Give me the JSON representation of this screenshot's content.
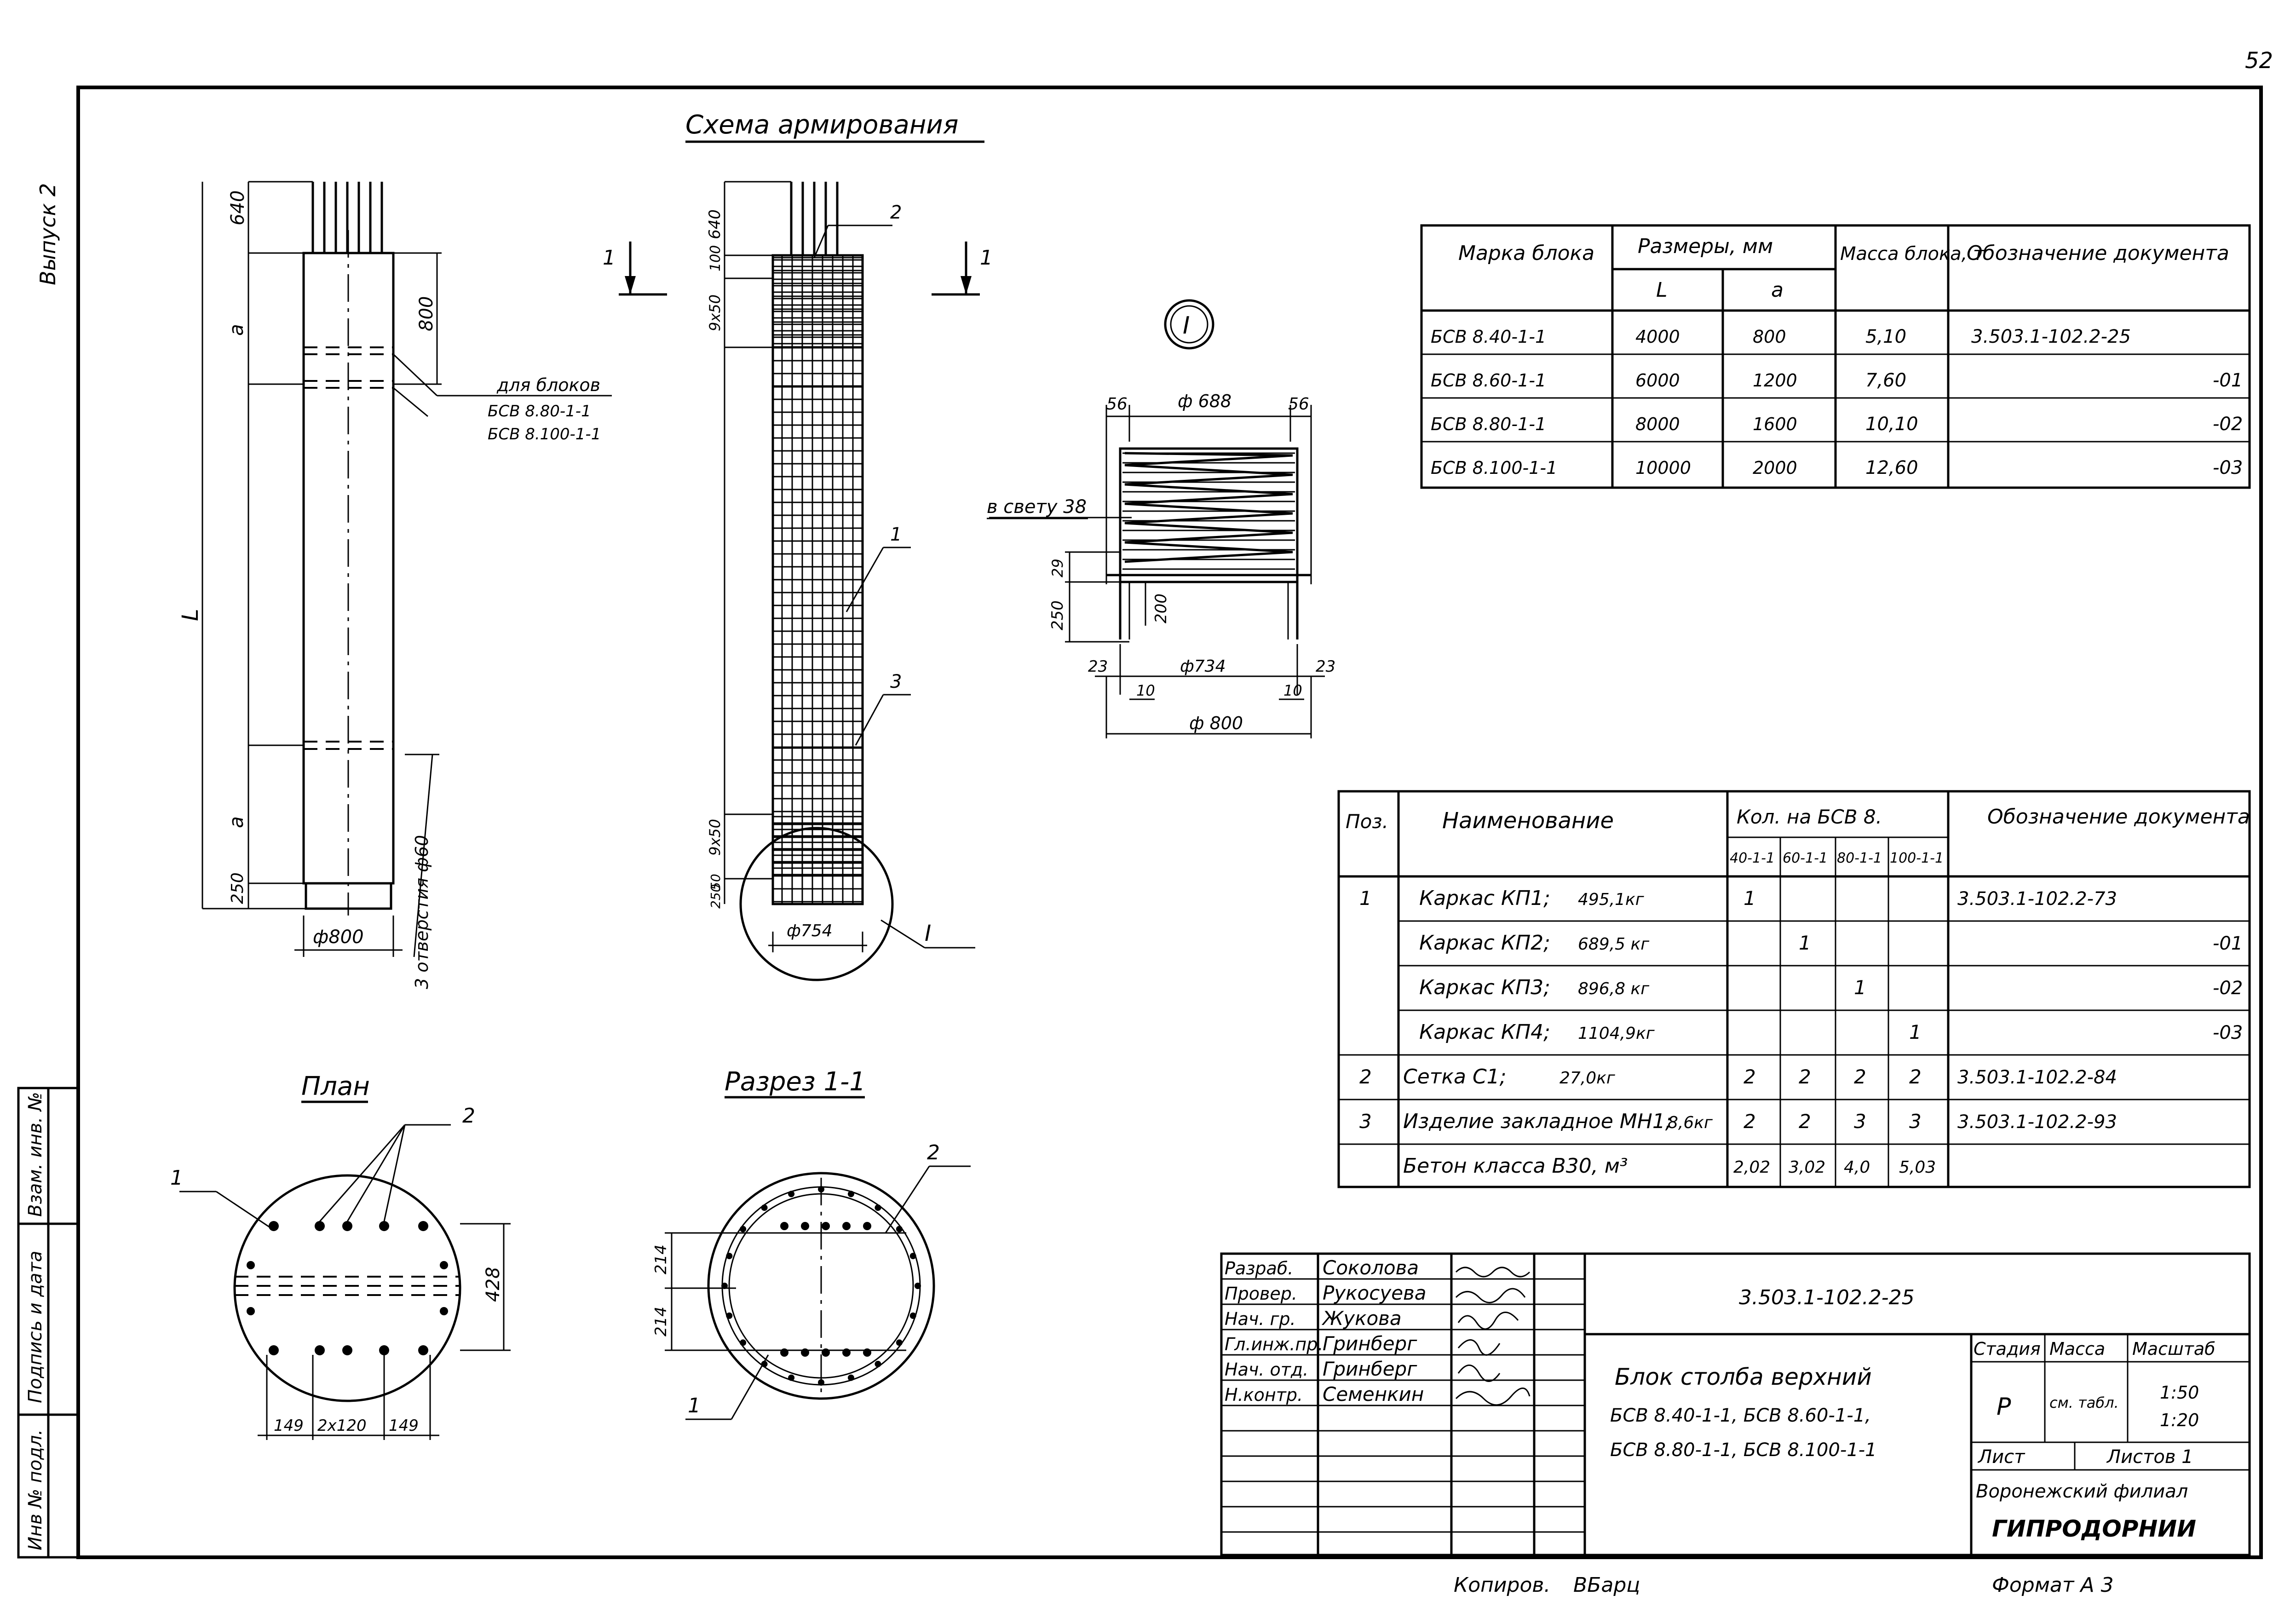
{
  "sheet": {
    "page_number": "52",
    "issue_label": "Выпуск 2",
    "copy_label": "Копиров.",
    "copy_signature": "ВБарц",
    "format_label": "Формат А 3"
  },
  "side_stamp": {
    "inv_no": "Инв № подл.",
    "sign_date": "Подпись и дата",
    "replace_inv": "Взам. инв. №"
  },
  "scheme": {
    "title": "Схема армирования",
    "section_marks": [
      "1",
      "1"
    ],
    "dims": {
      "top": "640",
      "a": "a",
      "L": "L",
      "d800": "800",
      "bottom": "250",
      "diam": "ф800",
      "holes": "3 отверстия ф60"
    },
    "note_for": "для блоков",
    "note_blocks": [
      "БСВ 8.80-1-1",
      "БСВ 8.100-1-1"
    ],
    "rebar_dims": {
      "top": "640",
      "step100": "100",
      "steps_top": "9х50",
      "steps_bottom": "9х50",
      "b50": "50",
      "b250": "250",
      "diam": "ф754"
    },
    "positions": [
      "2",
      "1",
      "3"
    ],
    "detail_callout": "I"
  },
  "detail": {
    "mark": "I",
    "dims": {
      "left": "56",
      "right": "56",
      "top": "ф 688",
      "clear": "в свету 38",
      "d29": "29",
      "d250": "250",
      "d200": "200",
      "d23l": "23",
      "d23r": "23",
      "d10l": "10",
      "d10r": "10",
      "inner": "ф734",
      "outer": "ф 800"
    }
  },
  "plan": {
    "title": "План",
    "pos1": "1",
    "pos2": "2",
    "dim_428": "428",
    "dims_bottom": [
      "149",
      "2х120",
      "149"
    ]
  },
  "section": {
    "title": "Разрез 1-1",
    "pos2": "2",
    "pos1": "1",
    "dims": [
      "214",
      "214"
    ]
  },
  "blocks_table": {
    "headers": {
      "mark": "Марка блока",
      "sizes": "Размеры, мм",
      "L": "L",
      "a": "a",
      "mass": "Масса блока, т",
      "doc": "Обозначение документа"
    },
    "rows": [
      {
        "mark": "БСВ 8.40-1-1",
        "L": "4000",
        "a": "800",
        "mass": "5,10",
        "doc": "3.503.1-102.2-25"
      },
      {
        "mark": "БСВ 8.60-1-1",
        "L": "6000",
        "a": "1200",
        "mass": "7,60",
        "doc": "-01"
      },
      {
        "mark": "БСВ 8.80-1-1",
        "L": "8000",
        "a": "1600",
        "mass": "10,10",
        "doc": "-02"
      },
      {
        "mark": "БСВ 8.100-1-1",
        "L": "10000",
        "a": "2000",
        "mass": "12,60",
        "doc": "-03"
      }
    ]
  },
  "spec_table": {
    "headers": {
      "pos": "Поз.",
      "name": "Наименование",
      "qty": "Кол. на БСВ 8.",
      "cols": [
        "40-1-1",
        "60-1-1",
        "80-1-1",
        "100-1-1"
      ],
      "doc": "Обозначение документа"
    },
    "rows": [
      {
        "pos": "1",
        "name": "Каркас КП1;",
        "mass": "495,1кг",
        "q": [
          "1",
          "",
          "",
          ""
        ],
        "doc": "3.503.1-102.2-73"
      },
      {
        "pos": "",
        "name": "Каркас КП2;",
        "mass": "689,5 кг",
        "q": [
          "",
          "1",
          "",
          ""
        ],
        "doc": "-01"
      },
      {
        "pos": "",
        "name": "Каркас КП3;",
        "mass": "896,8 кг",
        "q": [
          "",
          "",
          "1",
          ""
        ],
        "doc": "-02"
      },
      {
        "pos": "",
        "name": "Каркас КП4;",
        "mass": "1104,9кг",
        "q": [
          "",
          "",
          "",
          "1"
        ],
        "doc": "-03"
      },
      {
        "pos": "2",
        "name": "Сетка С1;",
        "mass": "27,0кг",
        "q": [
          "2",
          "2",
          "2",
          "2"
        ],
        "doc": "3.503.1-102.2-84"
      },
      {
        "pos": "3",
        "name": "Изделие закладное МН1;",
        "mass": "8,6кг",
        "q": [
          "2",
          "2",
          "3",
          "3"
        ],
        "doc": "3.503.1-102.2-93"
      },
      {
        "pos": "",
        "name": "Бетон класса В30, м³",
        "mass": "",
        "q": [
          "2,02",
          "3,02",
          "4,0",
          "5,03"
        ],
        "doc": ""
      }
    ]
  },
  "title_block": {
    "roles": [
      "Разраб.",
      "Провер.",
      "Нач. гр.",
      "Гл.инж.пр.",
      "Нач. отд.",
      "Н.контр."
    ],
    "names": [
      "Соколова",
      "Рукосуева",
      "Жукова",
      "Гринберг",
      "Гринберг",
      "Семенкин"
    ],
    "doc_code": "3.503.1-102.2-25",
    "title_lines": [
      "Блок столба верхний",
      "БСВ 8.40-1-1, БСВ 8.60-1-1,",
      "БСВ 8.80-1-1, БСВ 8.100-1-1"
    ],
    "stage_label": "Стадия",
    "mass_label": "Масса",
    "scale_label": "Масштаб",
    "stage": "Р",
    "mass": "см. табл.",
    "scales": [
      "1:50",
      "1:20"
    ],
    "sheet_label": "Лист",
    "sheets_label": "Листов 1",
    "org": "Воронежский филиал",
    "org_name": "ГИПРОДОРНИИ"
  }
}
